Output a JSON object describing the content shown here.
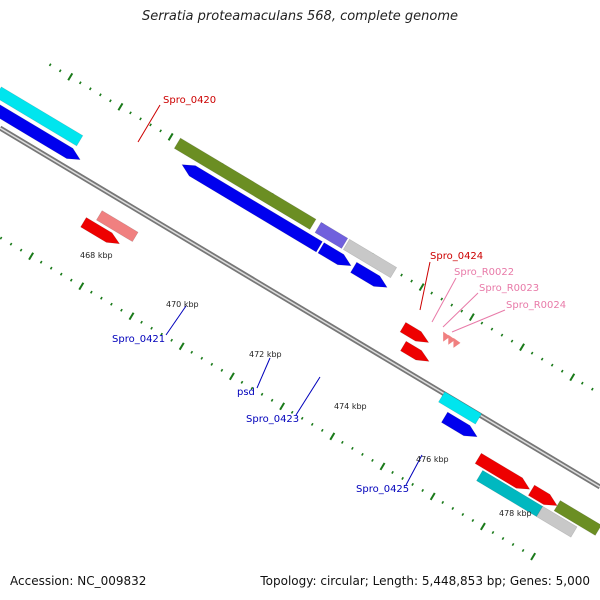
{
  "title": "Serratia proteamaculans 568, complete genome",
  "footer": {
    "accession": "Accession: NC_009832",
    "summary": "Topology: circular; Length: 5,448,853 bp; Genes: 5,000"
  },
  "colors": {
    "backbone": "#8a8a8a",
    "ticks": "#1a7a1a",
    "gene_blue": "#0000ee",
    "gene_red": "#ee0000",
    "gene_pink": "#f08080",
    "gene_cyan": "#00e5ee",
    "gene_teal": "#00b8c0",
    "gene_olive": "#6b8e23",
    "gene_violet": "#7060dd",
    "gene_gray": "#c8c8c8",
    "label_red": "#cc0000",
    "label_pink": "#e87aa8",
    "label_blue": "#0000bb"
  },
  "tick_labels": [
    "468 kbp",
    "470 kbp",
    "472 kbp",
    "474 kbp",
    "476 kbp",
    "478 kbp"
  ],
  "gene_labels": [
    {
      "name": "Spro_0420",
      "color": "label_red"
    },
    {
      "name": "Spro_0424",
      "color": "label_red"
    },
    {
      "name": "Spro_R0022",
      "color": "label_pink"
    },
    {
      "name": "Spro_R0023",
      "color": "label_pink"
    },
    {
      "name": "Spro_R0024",
      "color": "label_pink"
    },
    {
      "name": "Spro_0421",
      "color": "label_blue"
    },
    {
      "name": "psd",
      "color": "label_blue"
    },
    {
      "name": "Spro_0423",
      "color": "label_blue"
    },
    {
      "name": "Spro_0425",
      "color": "label_blue"
    }
  ]
}
